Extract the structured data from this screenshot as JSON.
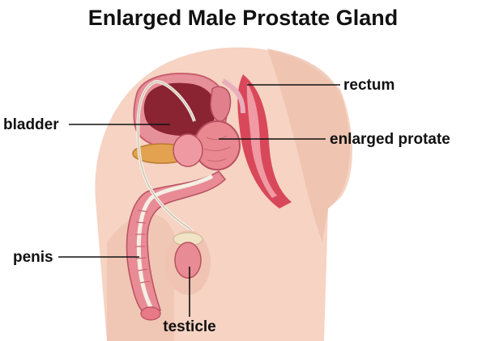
{
  "title": "Enlarged Male Prostate Gland",
  "labels": {
    "rectum": "rectum",
    "bladder": "bladder",
    "enlarged_prostate": "enlarged protate",
    "penis": "penis",
    "testicle": "testicle"
  },
  "colors": {
    "skin": "#f6d3c3",
    "skin_shadow": "#e9b7a2",
    "tissue_pink": "#e8858f",
    "tissue_dark": "#b23a4c",
    "bladder_lining": "#e6909a",
    "bladder_cavity": "#8a2432",
    "prostate": "#e98891",
    "seminal_gland": "#e2a24f",
    "urethra_tube": "#f4efe4",
    "rectum": "#d9485a"
  }
}
